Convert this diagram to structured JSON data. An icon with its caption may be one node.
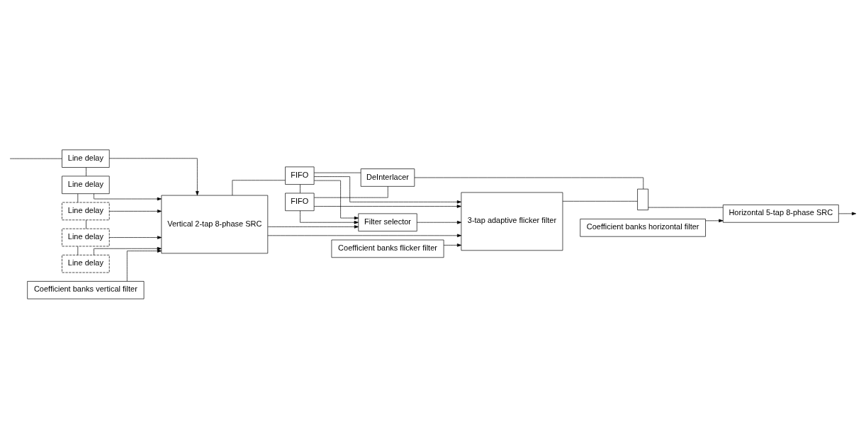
{
  "diagram": {
    "nodes": [
      {
        "text": [
          "Line delay"
        ]
      },
      {
        "text": [
          "Line delay"
        ]
      },
      {
        "text": [
          "Line delay"
        ]
      },
      {
        "text": [
          "Line delay"
        ]
      },
      {
        "text": [
          "Line delay"
        ]
      },
      {
        "text": [
          "Vertical 2-tap 8-phase SRC"
        ]
      },
      {
        "text": [
          "Coefficient banks vertical filter"
        ]
      },
      {
        "text": [
          "Filter selector"
        ]
      },
      {
        "text": [
          "Coefficient banks flicker filter"
        ]
      },
      {
        "text": [
          "FIFO"
        ]
      },
      {
        "text": [
          "FIFO"
        ]
      },
      {
        "text": [
          "3-tap adaptive flicker filter"
        ]
      },
      {
        "text": [],
        "shape": "box"
      },
      {
        "text": [
          "Horizontal 5-tap 8-phase SRC"
        ]
      },
      {
        "text": [
          "DeInterlacer"
        ]
      },
      {
        "text": [
          "Coefficient banks horizontal filter"
        ]
      }
    ],
    "edges": [
      {
        "from": null,
        "to": 0,
        "arrow": "none"
      },
      {
        "from": 0,
        "to": 5,
        "arrow": "to"
      },
      {
        "from": 0,
        "to": 1,
        "arrow": "none"
      },
      {
        "from": 1,
        "to": 5,
        "arrow": "to"
      },
      {
        "from": 1,
        "to": 2,
        "arrow": "none"
      },
      {
        "from": 2,
        "to": 5,
        "arrow": "to"
      },
      {
        "from": 2,
        "to": 3,
        "arrow": "none"
      },
      {
        "from": 3,
        "to": 5,
        "arrow": "to"
      },
      {
        "from": 3,
        "to": 4,
        "arrow": "none"
      },
      {
        "from": 4,
        "to": 5,
        "arrow": "to"
      },
      {
        "from": 6,
        "to": 5,
        "arrow": "to"
      },
      {
        "from": 5,
        "to": 11,
        "arrow": "to"
      },
      {
        "from": 5,
        "to": 7,
        "arrow": "to"
      },
      {
        "from": 5,
        "to": 9,
        "arrow": "none"
      },
      {
        "from": 9,
        "to": 11,
        "arrow": "to"
      },
      {
        "from": 9,
        "to": 7,
        "arrow": "to"
      },
      {
        "from": 9,
        "to": 14,
        "arrow": "none"
      },
      {
        "from": 9,
        "to": 10,
        "arrow": "none"
      },
      {
        "from": 10,
        "to": 11,
        "arrow": "to"
      },
      {
        "from": 10,
        "to": 7,
        "arrow": "to"
      },
      {
        "from": 10,
        "to": 14,
        "arrow": "none"
      },
      {
        "from": 7,
        "to": 11,
        "arrow": "to"
      },
      {
        "from": 8,
        "to": 11,
        "arrow": "to"
      },
      {
        "from": 11,
        "to": 12,
        "arrow": "none"
      },
      {
        "from": 14,
        "to": 12,
        "arrow": "none"
      },
      {
        "from": 12,
        "to": 13,
        "arrow": "none"
      },
      {
        "from": 15,
        "to": 13,
        "arrow": "to"
      },
      {
        "from": 13,
        "to": null,
        "arrow": "to"
      }
    ]
  }
}
